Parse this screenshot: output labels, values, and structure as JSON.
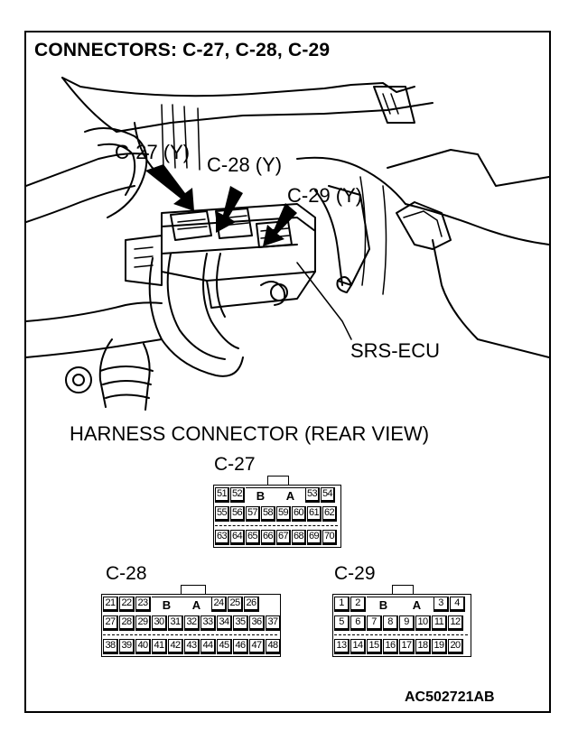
{
  "title": "CONNECTORS: C-27, C-28, C-29",
  "callouts": {
    "c27": "C-27 (Y)",
    "c28": "C-28 (Y)",
    "c29": "C-29 (Y)",
    "ecu": "SRS-ECU"
  },
  "harness_title": "HARNESS CONNECTOR (REAR VIEW)",
  "connectors": {
    "c27": {
      "name": "C-27",
      "row1_left": [
        "51",
        "52"
      ],
      "row1_keys": [
        "B",
        "A"
      ],
      "row1_right": [
        "53",
        "54"
      ],
      "row2": [
        "55",
        "56",
        "57",
        "58",
        "59",
        "60",
        "61",
        "62"
      ],
      "row3": [
        "63",
        "64",
        "65",
        "66",
        "67",
        "68",
        "69",
        "70"
      ]
    },
    "c28": {
      "name": "C-28",
      "row1_left": [
        "21",
        "22",
        "23"
      ],
      "row1_keys": [
        "B",
        "A"
      ],
      "row1_right": [
        "24",
        "25",
        "26"
      ],
      "row2": [
        "27",
        "28",
        "29",
        "30",
        "31",
        "32",
        "33",
        "34",
        "35",
        "36",
        "37"
      ],
      "row3": [
        "38",
        "39",
        "40",
        "41",
        "42",
        "43",
        "44",
        "45",
        "46",
        "47",
        "48"
      ]
    },
    "c29": {
      "name": "C-29",
      "row1_left": [
        "1",
        "2"
      ],
      "row1_keys": [
        "B",
        "A"
      ],
      "row1_right": [
        "3",
        "4"
      ],
      "row2": [
        "5",
        "6",
        "7",
        "8",
        "9",
        "10",
        "11",
        "12"
      ],
      "row3": [
        "13",
        "14",
        "15",
        "16",
        "17",
        "18",
        "19",
        "20"
      ]
    }
  },
  "figure_code": "AC502721AB"
}
